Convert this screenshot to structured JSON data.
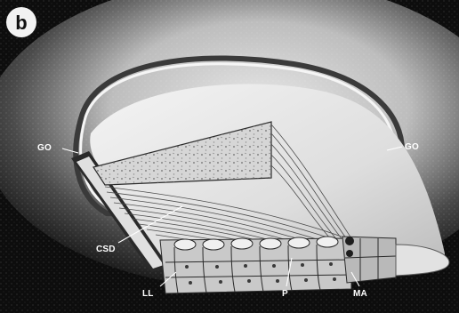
{
  "panel": {
    "letter": "b"
  },
  "labels": {
    "go_left": "GO",
    "go_right": "GO",
    "csd": "CSD",
    "ll": "LL",
    "p": "P",
    "ma": "MA"
  },
  "colors": {
    "background": "#0d0d0d",
    "capsule": "#e9e9e9",
    "cross_section": "#d4d4d4",
    "badge": "#f2f2f2"
  }
}
